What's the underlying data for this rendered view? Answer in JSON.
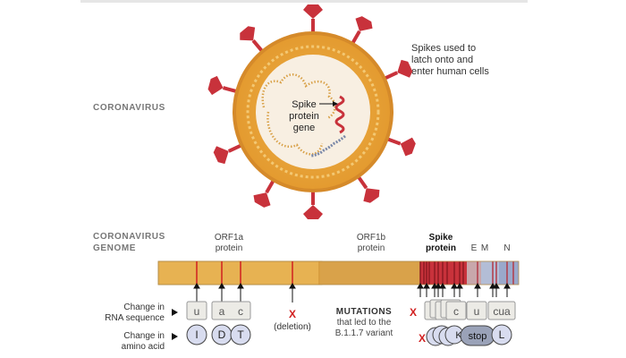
{
  "labels": {
    "coronavirus": "CORONAVIRUS",
    "genome_line1": "CORONAVIRUS",
    "genome_line2": "GENOME",
    "spikes_note_1": "Spikes used to",
    "spikes_note_2": "latch onto and",
    "spikes_note_3": "enter human cells",
    "spike_gene_1": "Spike",
    "spike_gene_2": "protein",
    "spike_gene_3": "gene"
  },
  "proteins": {
    "orf1a_1": "ORF1a",
    "orf1a_2": "protein",
    "orf1b_1": "ORF1b",
    "orf1b_2": "protein",
    "spike_1": "Spike",
    "spike_2": "protein",
    "e": "E",
    "m": "M",
    "n": "N"
  },
  "legend": {
    "rna_1": "Change in",
    "rna_2": "RNA sequence",
    "aa_1": "Change in",
    "aa_2": "amino acid"
  },
  "mutations_left": [
    {
      "rna": "u",
      "aa": "I"
    },
    {
      "rna": "a",
      "aa": "D"
    },
    {
      "rna": "c",
      "aa": "T"
    }
  ],
  "deletion": {
    "mark": "X",
    "label": "(deletion)"
  },
  "mutations_title": {
    "line1": "MUTATIONS",
    "line2": "that led to the",
    "line3": "B.1.1.7 variant"
  },
  "spike_cluster": {
    "x_mark": "X",
    "rna_c": "c",
    "rna_u": "u",
    "rna_cua": "cua",
    "aa_stop": "stop",
    "aa_l": "L",
    "aa_k": "K"
  },
  "colors": {
    "virus_body": "#e8a73a",
    "virus_rim": "#d58a2a",
    "spike_red": "#c8323b",
    "genome_orf1a": "#e7b252",
    "genome_orf1b": "#d9a24a",
    "genome_spike": "#c8323b",
    "mutation_line": "#d11f1f",
    "rna_box": "#ecebe6",
    "aa_circle": "#d8dcef"
  }
}
